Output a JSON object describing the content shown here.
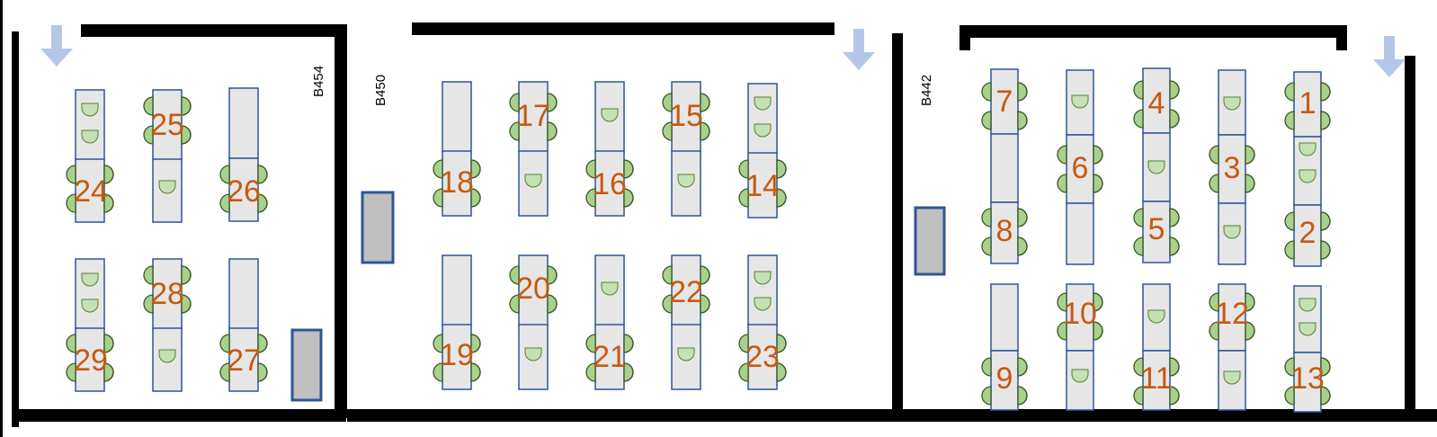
{
  "colors": {
    "wall": "#000000",
    "desk_fill": "#e7e6e6",
    "desk_border": "#2f5597",
    "chair_fill": "#a9d18e",
    "chair_border": "#385723",
    "seat_fill": "#c5e0b4",
    "number": "#c55a11",
    "door_arrow": "#b4c7e7",
    "cabinet_fill": "#bfbfbf",
    "cabinet_border": "#2f5597"
  },
  "rooms": [
    {
      "label": "B454",
      "icon": "door-arrow-icon"
    },
    {
      "label": "B450",
      "icon": "door-arrow-icon"
    },
    {
      "label": "B442",
      "icon": "door-arrow-icon"
    }
  ],
  "rooms_seats": {
    "B454": [
      "24",
      "25",
      "26",
      "27",
      "28",
      "29"
    ],
    "B450": [
      "14",
      "15",
      "16",
      "17",
      "18",
      "19",
      "20",
      "21",
      "22",
      "23"
    ],
    "B442": [
      "1",
      "2",
      "3",
      "4",
      "5",
      "6",
      "7",
      "8",
      "9",
      "10",
      "11",
      "12",
      "13"
    ]
  }
}
